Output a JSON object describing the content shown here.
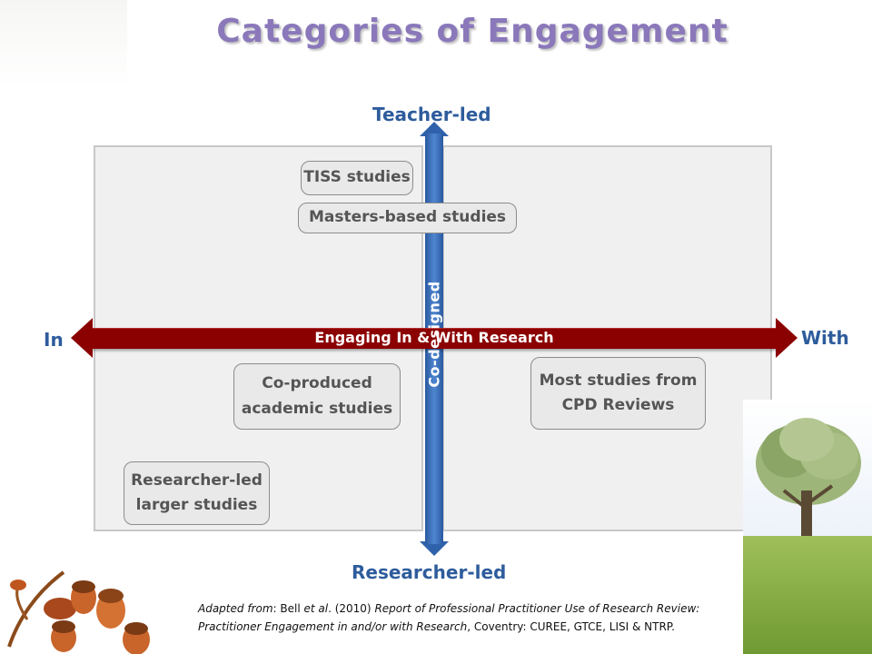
{
  "title": "Categories of Engagement",
  "axes": {
    "top": "Teacher-led",
    "bottom": "Researcher-led",
    "left": "In",
    "right": "With",
    "horizontal_bar": "Engaging In & With Research",
    "vertical_bar": "Co-designed"
  },
  "boxes": [
    {
      "id": "tiss",
      "label": "TISS studies"
    },
    {
      "id": "masters",
      "label": "Masters-based studies"
    },
    {
      "id": "coproduced",
      "label": "Co-produced\nacademic studies"
    },
    {
      "id": "researcher",
      "label": "Researcher-led\nlarger studies"
    },
    {
      "id": "cpd",
      "label": "Most studies from\nCPD Reviews"
    }
  ],
  "citation": {
    "prefix": "Adapted from",
    "authors": ": Bell ",
    "etal": "et al",
    "year": ". (2010) ",
    "title": "Report of Professional Practitioner Use of Research Review: Practitioner Engagement in and/or with Research",
    "publisher": ", Coventry: CUREE, GTCE, LISI & NTRP."
  },
  "colors": {
    "title": "#8a78ba",
    "axis_text": "#2e5c9c",
    "horizontal_bar": "#8b0000",
    "vertical_bar": "#3b6fb6"
  }
}
